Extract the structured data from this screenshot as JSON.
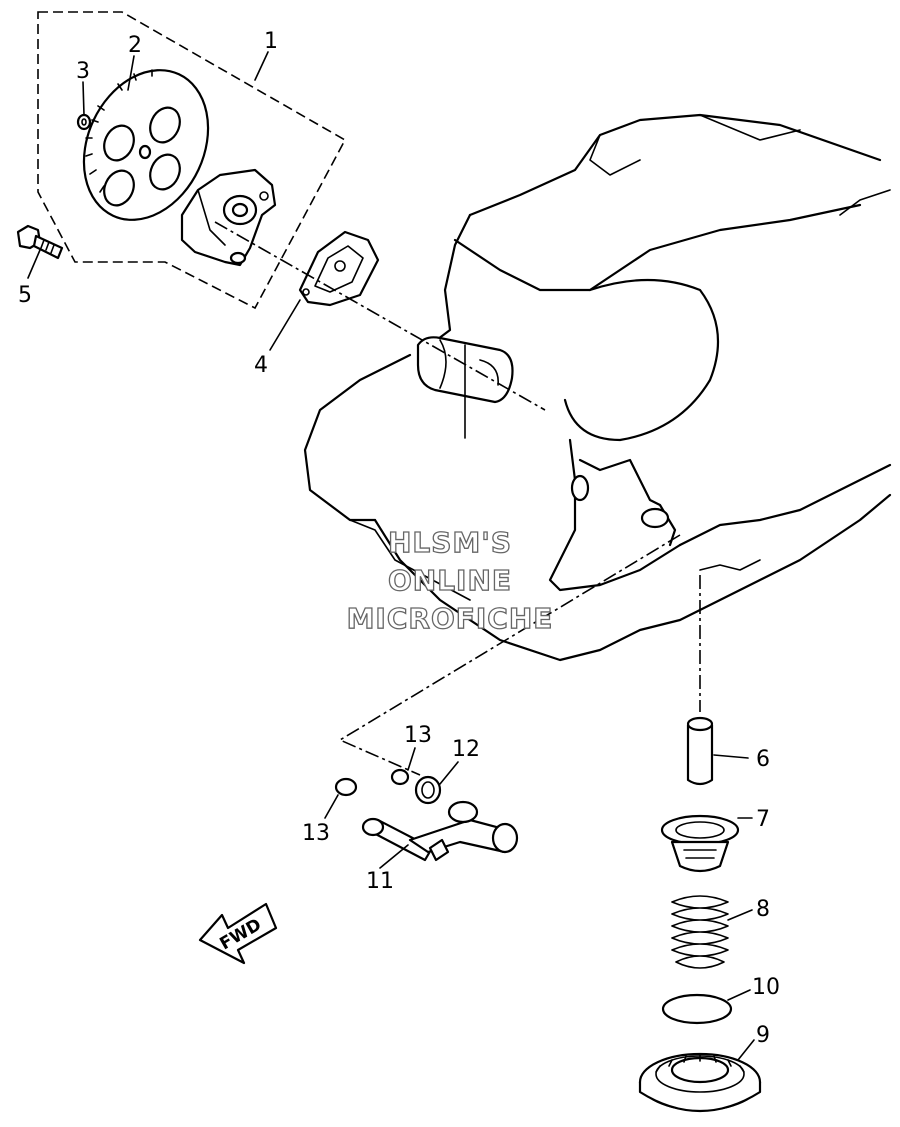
{
  "callouts": [
    "1",
    "2",
    "3",
    "4",
    "5",
    "6",
    "7",
    "8",
    "9",
    "10",
    "11",
    "12",
    "13",
    "13"
  ],
  "watermark": [
    "HLSM'S",
    "ONLINE",
    "MICROFICHE"
  ],
  "direction_label": "FWD"
}
